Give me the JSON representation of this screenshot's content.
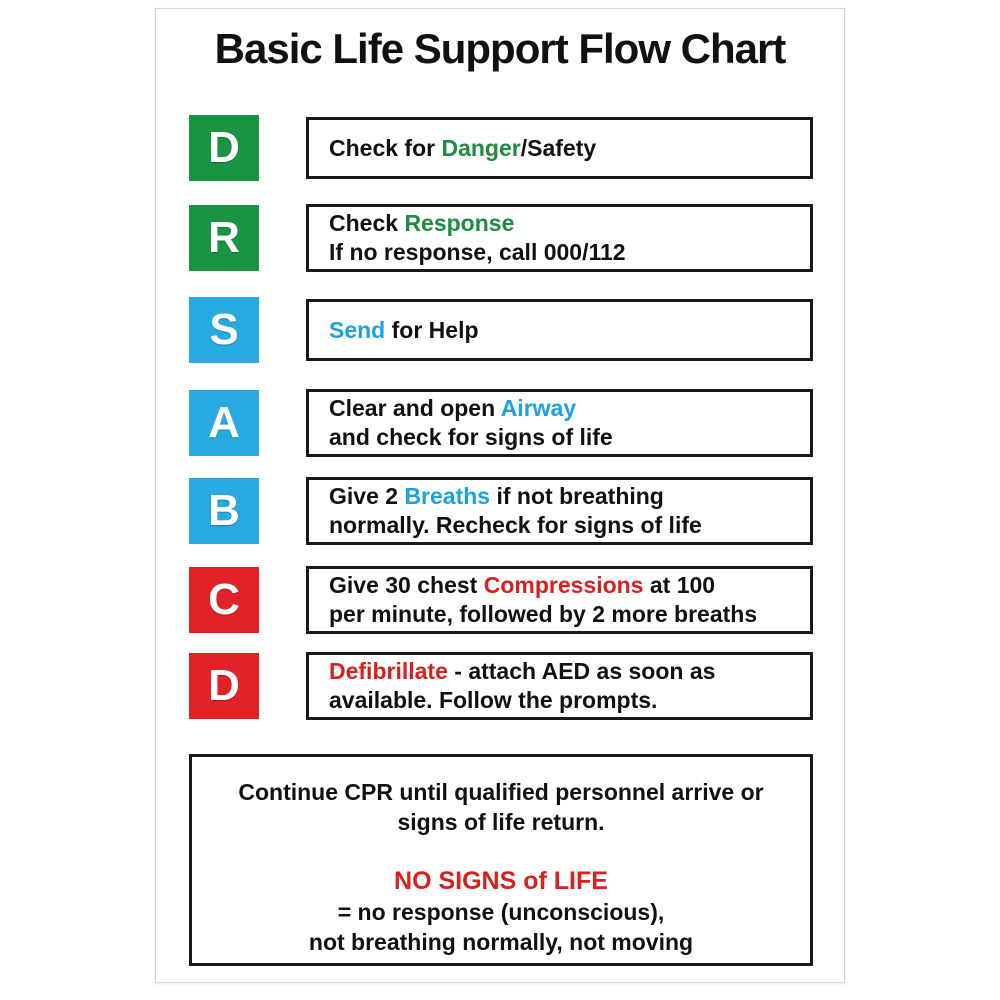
{
  "title": "Basic Life Support Flow Chart",
  "colors": {
    "green": "#1a9345",
    "blue": "#29a9e1",
    "red": "#e32227",
    "text_green": "#1e8c3f",
    "text_blue": "#1ba2e2",
    "text_red": "#d8201f",
    "ink": "#1a1a1a",
    "card_border": "#d6d6d6"
  },
  "rows": [
    {
      "letter": "D",
      "color": "green",
      "line1": [
        {
          "text": "Check for "
        },
        {
          "text": "Danger",
          "accent": "green"
        },
        {
          "text": "/Safety"
        }
      ]
    },
    {
      "letter": "R",
      "color": "green",
      "line1": [
        {
          "text": "Check "
        },
        {
          "text": "Response",
          "accent": "green"
        }
      ],
      "line2": [
        {
          "text": "If no response, call 000/112"
        }
      ]
    },
    {
      "letter": "S",
      "color": "blue",
      "line1": [
        {
          "text": "Send",
          "accent": "blue"
        },
        {
          "text": " for Help"
        }
      ]
    },
    {
      "letter": "A",
      "color": "blue",
      "line1": [
        {
          "text": "Clear and open "
        },
        {
          "text": "Airway",
          "accent": "blue"
        }
      ],
      "line2": [
        {
          "text": "and check for signs of life"
        }
      ]
    },
    {
      "letter": "B",
      "color": "blue",
      "line1": [
        {
          "text": "Give 2 "
        },
        {
          "text": "Breaths",
          "accent": "blue"
        },
        {
          "text": " if not breathing"
        }
      ],
      "line2": [
        {
          "text": "normally. Recheck for signs of life"
        }
      ]
    },
    {
      "letter": "C",
      "color": "red",
      "line1": [
        {
          "text": "Give 30 chest "
        },
        {
          "text": "Compressions",
          "accent": "red"
        },
        {
          "text": " at 100"
        }
      ],
      "line2": [
        {
          "text": "per minute, followed by 2 more breaths"
        }
      ]
    },
    {
      "letter": "D",
      "color": "red",
      "line1": [
        {
          "text": "Defibrillate",
          "accent": "red"
        },
        {
          "text": " - attach AED as soon as"
        }
      ],
      "line2": [
        {
          "text": "available. Follow the prompts."
        }
      ]
    }
  ],
  "footer": {
    "line1": "Continue CPR until qualified personnel arrive or",
    "line2": "signs of life return.",
    "heading": "NO SIGNS of LIFE",
    "line3": "= no response (unconscious),",
    "line4": "not breathing normally, not moving"
  }
}
